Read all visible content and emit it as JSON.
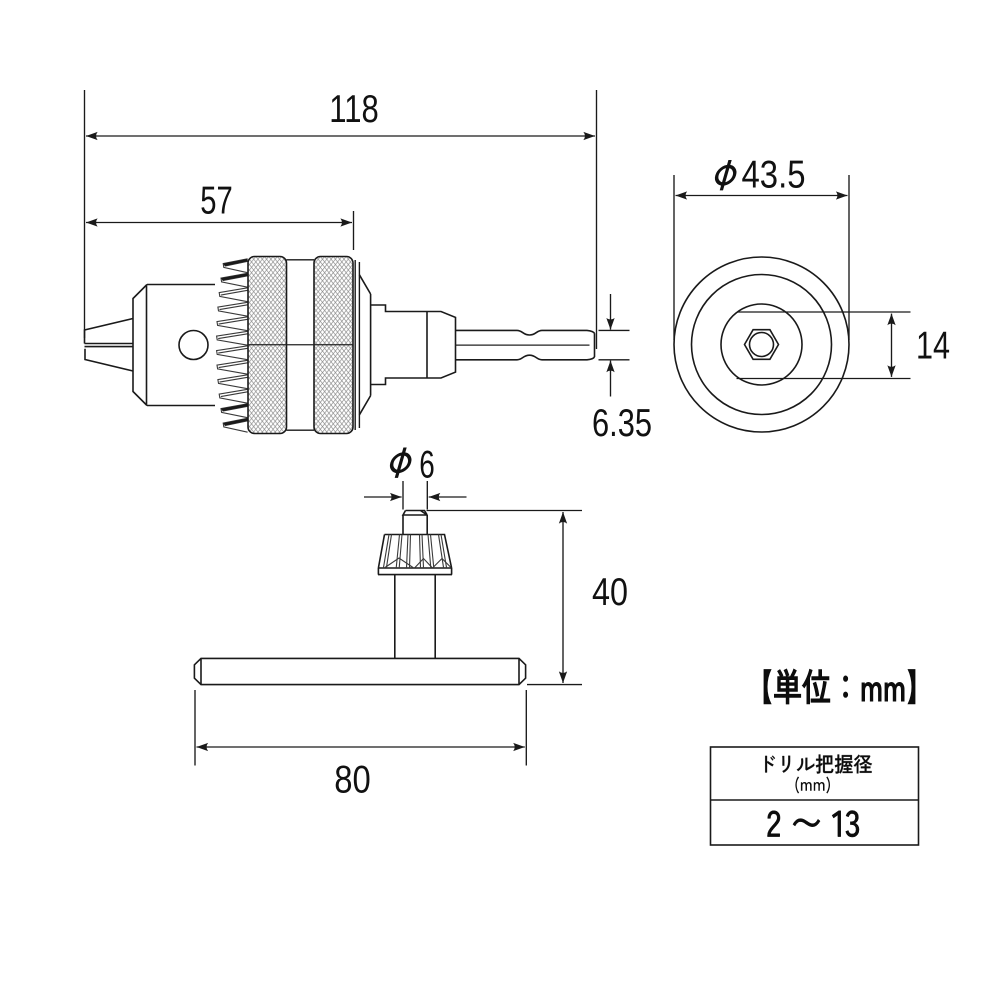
{
  "page": {
    "background": "#ffffff",
    "line_color": "#1a1a1a",
    "text_color": "#111111"
  },
  "drawing": {
    "type": "dimensioned technical drawing of a keyed drill chuck with 1/4\" hex shank adapter and chuck key",
    "unit_note": "【単位：mm】",
    "side_view": {
      "total_length": "118",
      "chuck_body_length": "57",
      "hex_shank_size": "6.35"
    },
    "front_view": {
      "phi": "φ",
      "outer_diameter": "43.5",
      "rear_boss_width": "14"
    },
    "chuck_key_view": {
      "phi": "φ",
      "pilot_diameter": "6",
      "key_height": "40",
      "handle_length": "80"
    },
    "spec_table": {
      "header_line1": "ドリル把握径",
      "header_line2": "(mm)",
      "capacity_min": "2",
      "capacity_separator": "〜",
      "capacity_max": "13",
      "capacity": "2 〜 13"
    }
  }
}
